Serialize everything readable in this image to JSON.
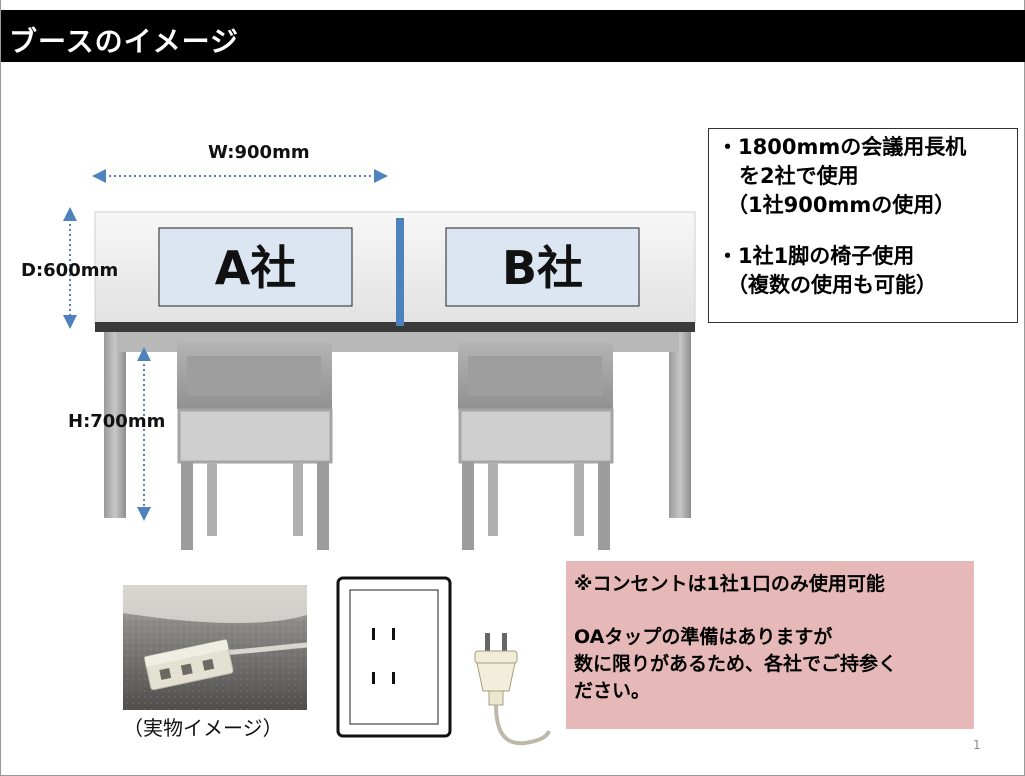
{
  "title": "ブースのイメージ",
  "dimensions": {
    "width": "W:900mm",
    "depth": "D:600mm",
    "height": "H:700mm"
  },
  "desk": {
    "company_a": "A社",
    "company_b": "B社"
  },
  "info": {
    "lines": [
      "・1800mmの会議用長机",
      "を2社で使用",
      "（1社900mmの使用）",
      "・1社1脚の椅子使用",
      "（複数の使用も可能）"
    ]
  },
  "notice": {
    "heading": "※コンセントは1社1口のみ使用可能",
    "lines": [
      "OAタップの準備はありますが",
      "数に限りがあるため、各社でご持参く",
      "ださい。"
    ]
  },
  "photo_caption": "（実物イメージ）",
  "page_number": "1",
  "colors": {
    "title_bar": "#000000",
    "label_panel": "#dce6f2",
    "divider": "#4f81bd",
    "notice_bg": "#e6b9b8",
    "dimension_arrow": "#4f81bd"
  },
  "icons": {
    "outlet": "wall-outlet-icon",
    "plug": "power-plug-icon",
    "power_strip": "power-strip-photo"
  }
}
